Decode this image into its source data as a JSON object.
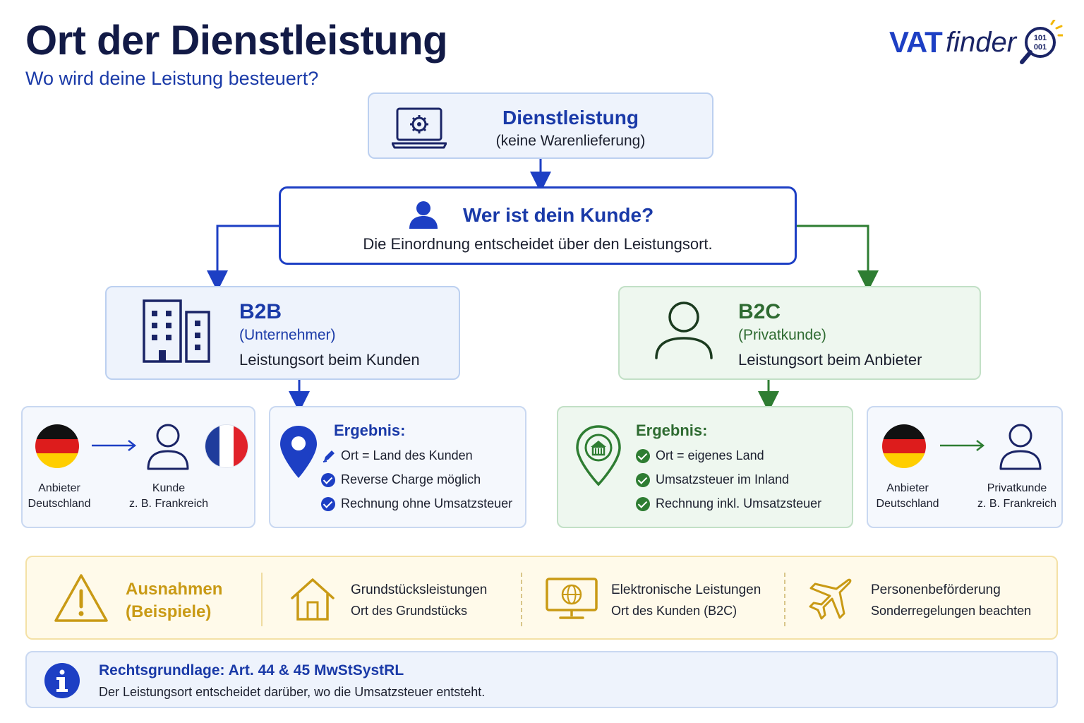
{
  "header": {
    "title": "Ort der Dienstleistung",
    "subtitle": "Wo wird deine Leistung besteuert?"
  },
  "logo": {
    "part1": "VAT",
    "part2": "finder",
    "badge_line1": "101",
    "badge_line2": "001"
  },
  "service": {
    "title": "Dienstleistung",
    "subtitle": "(keine Warenlieferung)",
    "icon": "laptop-gear-icon"
  },
  "customer_question": {
    "title": "Wer ist dein Kunde?",
    "subtitle": "Die Einordnung entscheidet über den Leistungsort.",
    "icon": "user-icon"
  },
  "b2b": {
    "title": "B2B",
    "subtitle": "(Unternehmer)",
    "place": "Leistungsort beim Kunden",
    "icon": "buildings-icon",
    "color": "#1d3fc4",
    "example": {
      "from_label_1": "Anbieter",
      "from_label_2": "Deutschland",
      "to_label_1": "Kunde",
      "to_label_2": "z. B. Frankreich"
    },
    "result": {
      "title": "Ergebnis:",
      "items": [
        "Ort = Land des Kunden",
        "Reverse Charge möglich",
        "Rechnung ohne Umsatzsteuer"
      ]
    }
  },
  "b2c": {
    "title": "B2C",
    "subtitle": "(Privatkunde)",
    "place": "Leistungsort beim Anbieter",
    "icon": "person-outline-icon",
    "color": "#2e7d32",
    "example": {
      "from_label_1": "Anbieter",
      "from_label_2": "Deutschland",
      "to_label_1": "Privatkunde",
      "to_label_2": "z. B. Frankreich"
    },
    "result": {
      "title": "Ergebnis:",
      "items": [
        "Ort = eigenes Land",
        "Umsatzsteuer im Inland",
        "Rechnung inkl. Umsatzsteuer"
      ]
    }
  },
  "exceptions": {
    "title_line1": "Ausnahmen",
    "title_line2": "(Beispiele)",
    "color": "#c99a15",
    "items": [
      {
        "name": "Grundstücksleistungen",
        "desc": "Ort des Grundstücks",
        "icon": "house-icon"
      },
      {
        "name": "Elektronische Leistungen",
        "desc": "Ort des Kunden (B2C)",
        "icon": "monitor-globe-icon"
      },
      {
        "name": "Personenbeförderung",
        "desc": "Sonderregelungen beachten",
        "icon": "airplane-icon"
      }
    ]
  },
  "legal": {
    "title": "Rechtsgrundlage: Art. 44 & 45 MwStSystRL",
    "text": "Der Leistungsort entscheidet darüber, wo die Umsatzsteuer entsteht.",
    "icon": "info-icon"
  }
}
